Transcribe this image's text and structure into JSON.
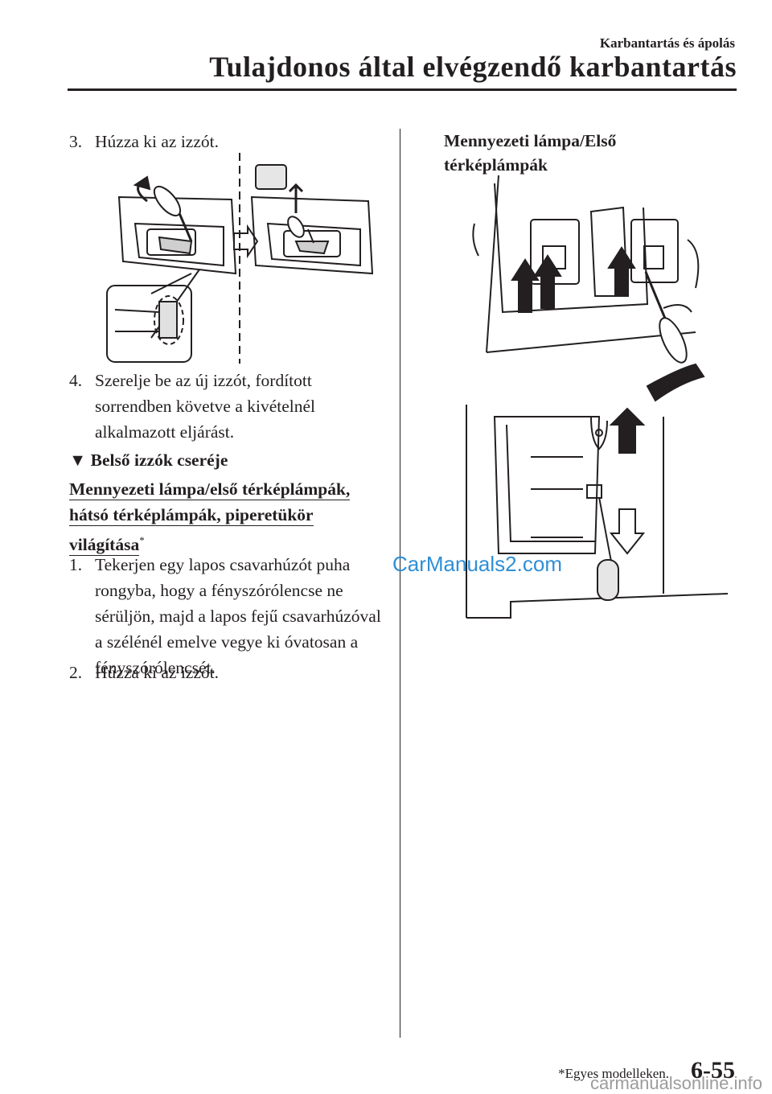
{
  "header": {
    "section": "Karbantartás és ápolás",
    "chapter": "Tulajdonos által elvégzendő karbantartás"
  },
  "left_column": {
    "step3": {
      "num": "3.",
      "text": "Húzza ki az izzót."
    },
    "step4": {
      "num": "4.",
      "text": "Szerelje be az új izzót, fordított sorrendben követve a kivételnél alkalmazott eljárást."
    },
    "section_marker": "▼",
    "section_heading": "Belső izzók cseréje",
    "subheading_lines": [
      "Mennyezeti lámpa/első térképlámpák,",
      "hátsó térképlámpák, piperetükör",
      "világítása"
    ],
    "subheading_mark": "*",
    "step1": {
      "num": "1.",
      "text": "Tekerjen egy lapos csavarhúzót puha rongyba, hogy a fényszórólencse ne sérüljön, majd a lapos fejű csavarhúzóval a szélénél emelve vegye ki óvatosan a fényszórólencsét."
    },
    "step2": {
      "num": "2.",
      "text": "Húzza ki az izzót."
    }
  },
  "right_column": {
    "heading_lines": [
      "Mennyezeti lámpa/Első",
      "térképlámpák"
    ]
  },
  "footer": {
    "footnote": "*Egyes modelleken.",
    "page": "6-55"
  },
  "watermarks": {
    "middle": "CarManuals2.com",
    "bottom": "carmanualsonline.info"
  }
}
